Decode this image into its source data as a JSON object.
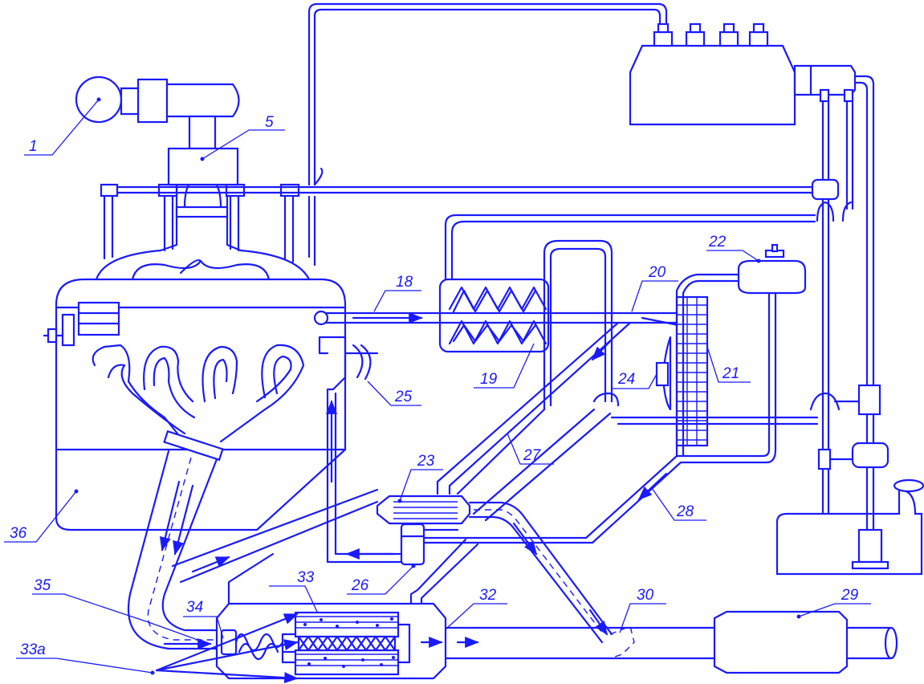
{
  "diagram": {
    "colors": {
      "line": "#1a1aff",
      "background": "#ffffff"
    },
    "labels": {
      "l1": "1",
      "l5": "5",
      "l18": "18",
      "l19": "19",
      "l20": "20",
      "l21": "21",
      "l22": "22",
      "l23": "23",
      "l24": "24",
      "l25": "25",
      "l26": "26",
      "l27": "27",
      "l28": "28",
      "l29": "29",
      "l30": "30",
      "l32": "32",
      "l33": "33",
      "l33a": "33а",
      "l34": "34",
      "l35": "35",
      "l36": "36"
    }
  }
}
